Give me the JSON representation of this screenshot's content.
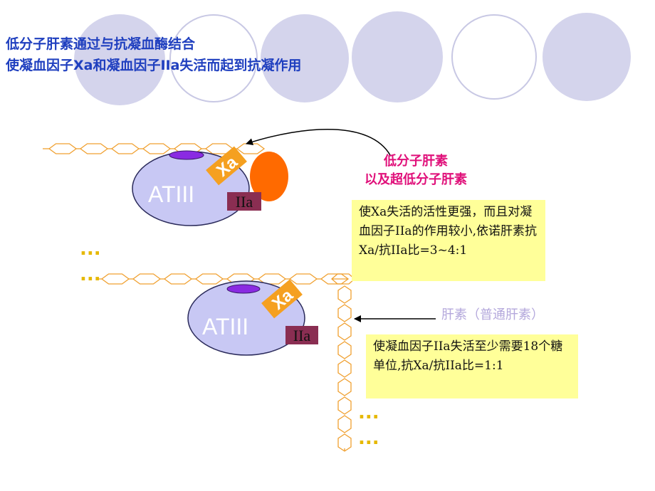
{
  "title": {
    "line1": "低分子肝素通过与抗凝血酶结合",
    "line2": "使凝血因子Xa和凝血因子IIa失活而起到抗凝作用"
  },
  "complex_top": {
    "atiii": "ATIII",
    "xa": "Xa",
    "iia": "IIa"
  },
  "complex_bottom": {
    "atiii": "ATIII",
    "xa": "Xa",
    "iia": "IIa"
  },
  "ellipsis": "...",
  "lmwh_label": {
    "line1": "低分子肝素",
    "line2": "以及超低分子肝素"
  },
  "lmwh_note": "使Xa失活的活性更强，而且对凝血因子IIa的作用较小,依诺肝素抗Xa/抗IIa比=3~4:1",
  "heparin_label": "肝素（普通肝素）",
  "heparin_note": "使凝血因子IIa失活至少需要18个糖单位,抗Xa/抗IIa比=1:1",
  "colors": {
    "title": "#1f3fbf",
    "deco_fill": "#d4d4ec",
    "deco_outline": "#c8c8e4",
    "chain": "#f0a030",
    "atiii_fill": "#c8c8f4",
    "xa_fill": "#f5a020",
    "iia_fill": "#8a2e52",
    "orange_ball": "#ff6a00",
    "purple_site": "#8a2be2",
    "note_bg": "#ffff99",
    "magenta": "#e0107a",
    "ellipsis": "#e6b800"
  }
}
